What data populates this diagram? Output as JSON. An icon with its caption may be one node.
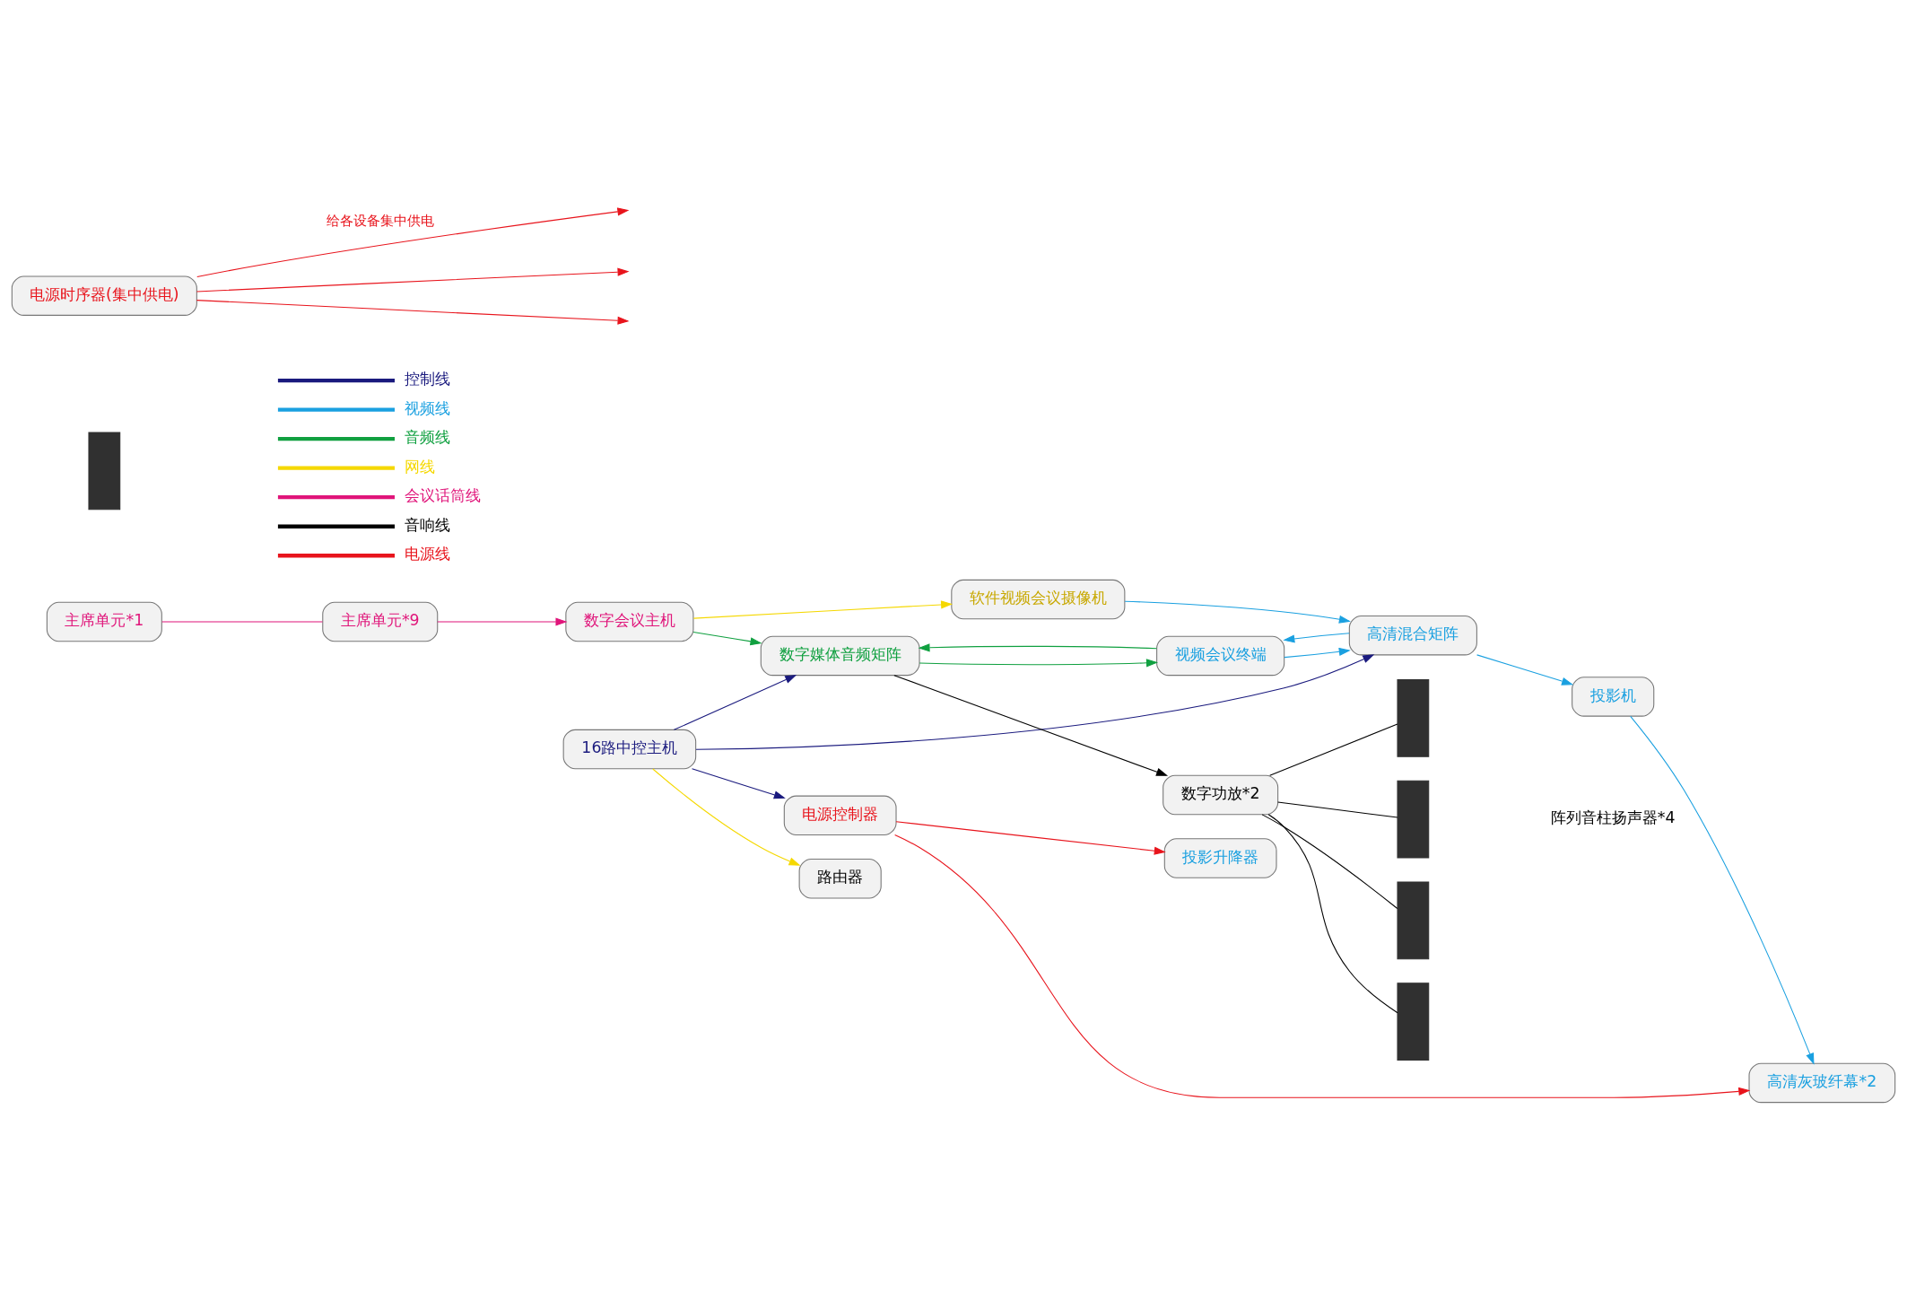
{
  "diagram": {
    "nodes": [
      {
        "text": [
          "主席单元*1"
        ]
      },
      {
        "text": [
          "主席单元*9"
        ]
      },
      {
        "text": [
          "数字会议主机"
        ]
      },
      {
        "text": [
          "16路中控主机"
        ]
      },
      {
        "text": [
          "路由器"
        ]
      },
      {
        "text": [],
        "shape": "box"
      },
      {
        "text": [
          "数字媒体音频矩阵"
        ]
      },
      {
        "text": [
          "数字功放*2"
        ]
      },
      {
        "text": [],
        "shape": "box"
      },
      {
        "text": [],
        "shape": "box"
      },
      {
        "text": [],
        "shape": "box"
      },
      {
        "text": [],
        "shape": "box"
      },
      {
        "text": [
          "软件视频会议摄像机"
        ]
      },
      {
        "text": [
          "视频会议终端"
        ]
      },
      {
        "text": [
          "高清混合矩阵"
        ]
      },
      {
        "text": [
          "投影机"
        ]
      },
      {
        "text": [
          "高清灰玻纤幕*2"
        ]
      },
      {
        "text": [
          "电源控制器"
        ]
      },
      {
        "text": [
          "投影升降器"
        ]
      },
      {
        "text": [
          "电源时序器(集中供电)"
        ]
      }
    ],
    "edges": [
      {
        "from": 0,
        "to": 1,
        "arrow": "none",
        "color": "#e0157a"
      },
      {
        "from": 1,
        "to": 2,
        "arrow": "to",
        "color": "#e0157a"
      },
      {
        "from": 2,
        "to": 6,
        "arrow": "to",
        "color": "#10a040"
      },
      {
        "from": 2,
        "to": 12,
        "arrow": "to",
        "color": "#f5d800"
      },
      {
        "from": 3,
        "to": 4,
        "arrow": "to",
        "color": "#f5d800"
      },
      {
        "from": 3,
        "to": 6,
        "arrow": "to",
        "color": "#1a1a7e"
      },
      {
        "from": 3,
        "to": 14,
        "arrow": "to",
        "color": "#1a1a7e"
      },
      {
        "from": 3,
        "to": 17,
        "arrow": "to",
        "color": "#1a1a7e"
      },
      {
        "from": 6,
        "to": 7,
        "arrow": "to",
        "color": "#000000"
      },
      {
        "from": 7,
        "to": 8,
        "arrow": "none",
        "color": "#000000"
      },
      {
        "from": 7,
        "to": 9,
        "arrow": "none",
        "color": "#000000"
      },
      {
        "from": 7,
        "to": 10,
        "arrow": "none",
        "color": "#000000"
      },
      {
        "from": 7,
        "to": 11,
        "arrow": "none",
        "color": "#000000"
      },
      {
        "from": 12,
        "to": 14,
        "arrow": "to",
        "color": "#1aa0e0"
      },
      {
        "from": 6,
        "to": 13,
        "arrow": "to",
        "color": "#10a040"
      },
      {
        "from": 13,
        "to": 6,
        "arrow": "to",
        "color": "#10a040"
      },
      {
        "from": 13,
        "to": 14,
        "arrow": "to",
        "color": "#1aa0e0"
      },
      {
        "from": 14,
        "to": 13,
        "arrow": "to",
        "color": "#1aa0e0"
      },
      {
        "from": 14,
        "to": 15,
        "arrow": "to",
        "color": "#1aa0e0"
      },
      {
        "from": 15,
        "to": 16,
        "arrow": "to",
        "color": "#1aa0e0"
      },
      {
        "from": 17,
        "to": 18,
        "arrow": "to",
        "color": "#e8141c"
      },
      {
        "from": 17,
        "to": 16,
        "arrow": "to",
        "color": "#e8141c"
      },
      {
        "from": 19,
        "to": null,
        "arrow": "to",
        "color": "#e8141c",
        "label": "给各设备集中供电"
      },
      {
        "from": 19,
        "to": null,
        "arrow": "to",
        "color": "#e8141c"
      },
      {
        "from": 19,
        "to": null,
        "arrow": "to",
        "color": "#e8141c"
      }
    ],
    "labels": [
      "阵列音柱扬声器*4"
    ],
    "legend": [
      {
        "text": "控制线"
      },
      {
        "text": "视频线"
      },
      {
        "text": "音频线"
      },
      {
        "text": "网线"
      },
      {
        "text": "会议话筒线"
      },
      {
        "text": "音响线"
      },
      {
        "text": "电源线"
      }
    ]
  }
}
